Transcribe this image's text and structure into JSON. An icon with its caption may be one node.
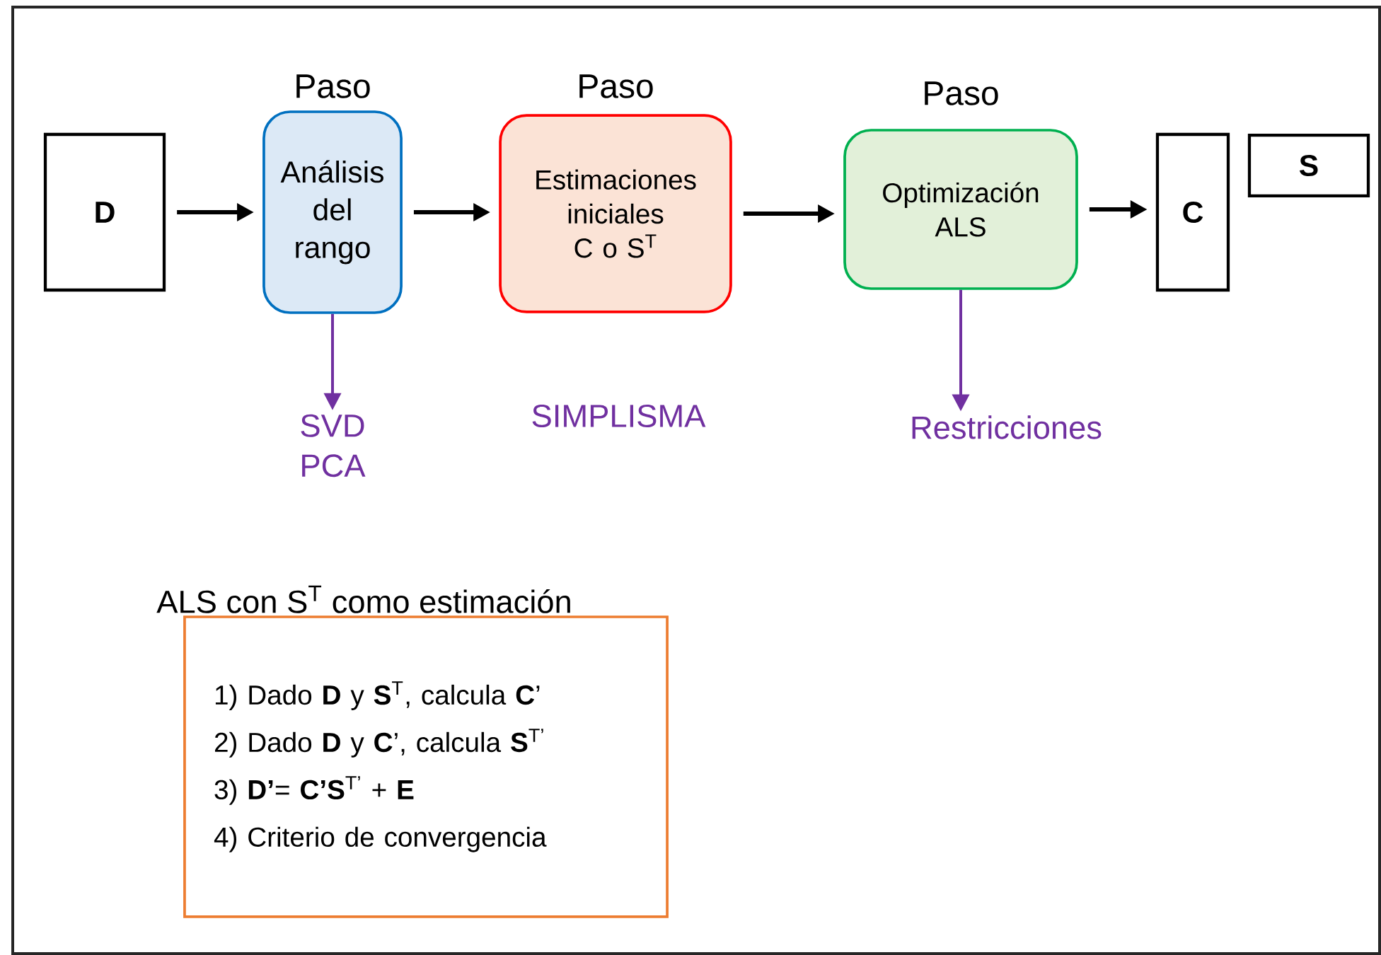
{
  "diagram": {
    "nodes": [
      {
        "text": [
          "D"
        ]
      },
      {
        "text": [
          "Paso",
          "Análisis del rango"
        ]
      },
      {
        "text": [
          "Paso",
          "Estimaciones iniciales C o S$^{T}$"
        ]
      },
      {
        "text": [
          "Paso",
          "Optimización ALS"
        ]
      },
      {
        "text": [
          "C"
        ]
      },
      {
        "text": [
          "S"
        ]
      },
      {
        "text": [
          "SVD PCA"
        ]
      },
      {
        "text": [
          "Restricciones"
        ]
      },
      {
        "text": [
          "ALS con S$^{T}$ como estimación",
          "1) Dado **D** y **S**$^{T}$, calcula **C**’",
          "2) Dado **D** y **C**’, calcula **S**$^{T’}$",
          "3) **D’**= **C’S**$^{T’}$ + **E**",
          "4) Criterio de convergencia"
        ]
      }
    ],
    "edges": [
      {
        "from": 0,
        "to": 1,
        "arrow": "to"
      },
      {
        "from": 1,
        "to": 2,
        "arrow": "to"
      },
      {
        "from": 2,
        "to": 3,
        "arrow": "to"
      },
      {
        "from": 3,
        "to": 4,
        "arrow": "to"
      },
      {
        "from": 1,
        "to": 6,
        "arrow": "to",
        "color": "#7030a0"
      },
      {
        "from": 3,
        "to": 7,
        "arrow": "to",
        "color": "#7030a0"
      }
    ],
    "labels": [
      "SIMPLISMA"
    ]
  }
}
